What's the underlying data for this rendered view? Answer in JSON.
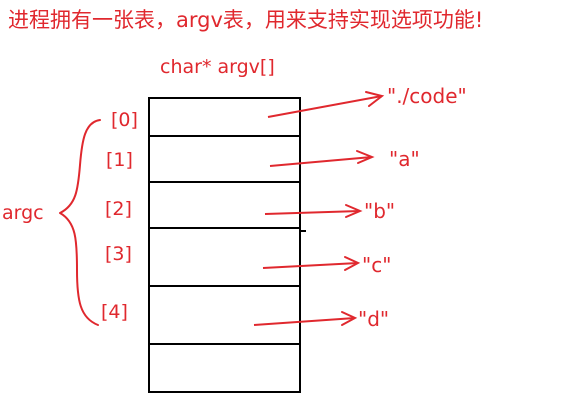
{
  "heading": "进程拥有一张表，argv表，用来支持实现选项功能!",
  "array_label": "char* argv[]",
  "argc_label": "argc",
  "indices": [
    "[0]",
    "[1]",
    "[2]",
    "[3]",
    "[4]"
  ],
  "strings": [
    "\"./code\"",
    "\"a\"",
    "\"b\"",
    "\"c\"",
    "\"d\""
  ],
  "colors": {
    "annotation": "#e0282e",
    "table_border": "#000000",
    "background": "#ffffff"
  }
}
